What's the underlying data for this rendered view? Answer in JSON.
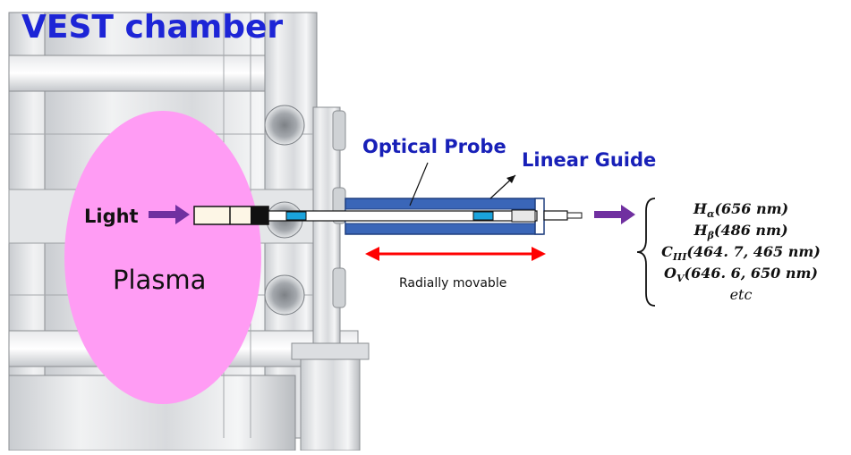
{
  "title": "VEST chamber",
  "plasma_label": "Plasma",
  "light_label": "Light",
  "probe_label": "Optical Probe",
  "guide_label": "Linear Guide",
  "movable_label": "Radially movable",
  "spectral_lines": [
    {
      "species": "H",
      "sub": "α",
      "value": "(656 nm)"
    },
    {
      "species": "H",
      "sub": "β",
      "value": "(486 nm)"
    },
    {
      "species": "C",
      "sub": "III",
      "value": "(464. 7, 465 nm)"
    },
    {
      "species": "O",
      "sub": "V",
      "value": "(646. 6, 650 nm)"
    }
  ],
  "etc_label": "etc",
  "colors": {
    "title": "#1d25d6",
    "labels": "#1820b8",
    "plasma": "#ff9cf4",
    "arrow_in": "#7030a0",
    "arrow_red": "#ff0000",
    "guide": "#3a66b8",
    "probe_window": "#1aa3dc"
  }
}
